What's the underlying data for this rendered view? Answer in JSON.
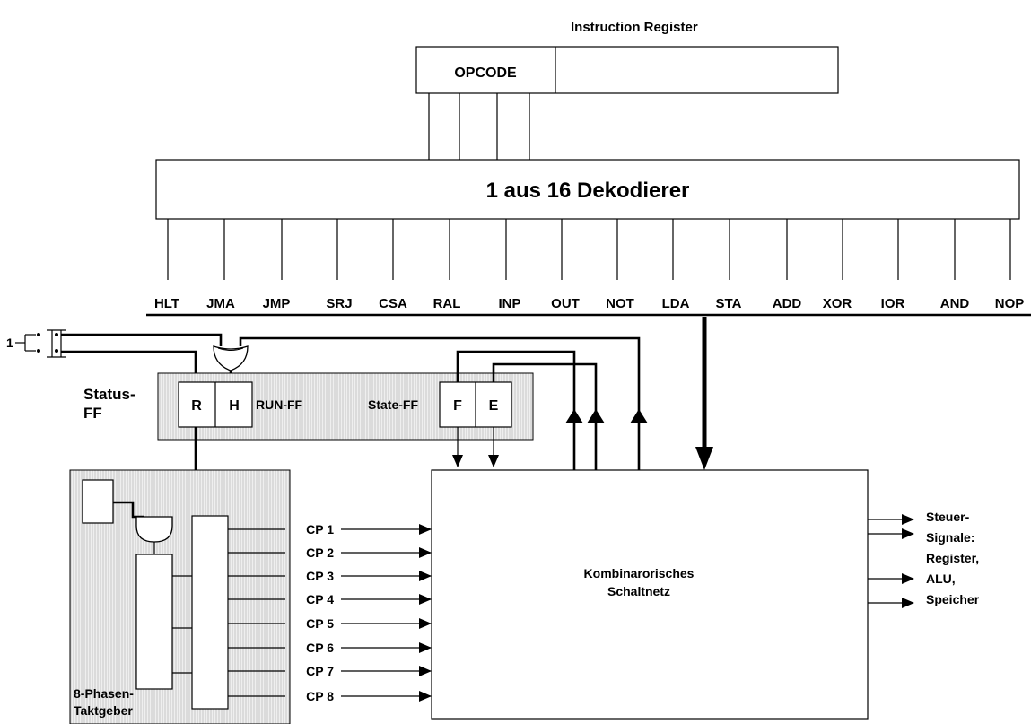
{
  "instruction_register": {
    "title": "Instruction Register",
    "opcode_label": "OPCODE"
  },
  "decoder": {
    "label": "1 aus 16 Dekodierer"
  },
  "instructions": [
    "HLT",
    "JMA",
    "JMP",
    "SRJ",
    "CSA",
    "RAL",
    "INP",
    "OUT",
    "NOT",
    "LDA",
    "STA",
    "ADD",
    "XOR",
    "IOR",
    "AND",
    "NOP"
  ],
  "switch_input": "1",
  "status_ff": {
    "label_line1": "Status-",
    "label_line2": "FF",
    "run_ff_label": "RUN-FF",
    "state_ff_label": "State-FF",
    "cells": [
      "R",
      "H",
      "F",
      "E"
    ]
  },
  "clock": {
    "label_line1": "8-Phasen-",
    "label_line2": "Taktgeber",
    "phases": [
      "CP 1",
      "CP 2",
      "CP 3",
      "CP 4",
      "CP 5",
      "CP 6",
      "CP 7",
      "CP 8"
    ]
  },
  "combinational": {
    "label_line1": "Kombinarorisches",
    "label_line2": "Schaltnetz"
  },
  "outputs": {
    "lines": [
      "Steuer-",
      "Signale:",
      "Register,",
      "ALU,",
      "Speicher"
    ]
  }
}
